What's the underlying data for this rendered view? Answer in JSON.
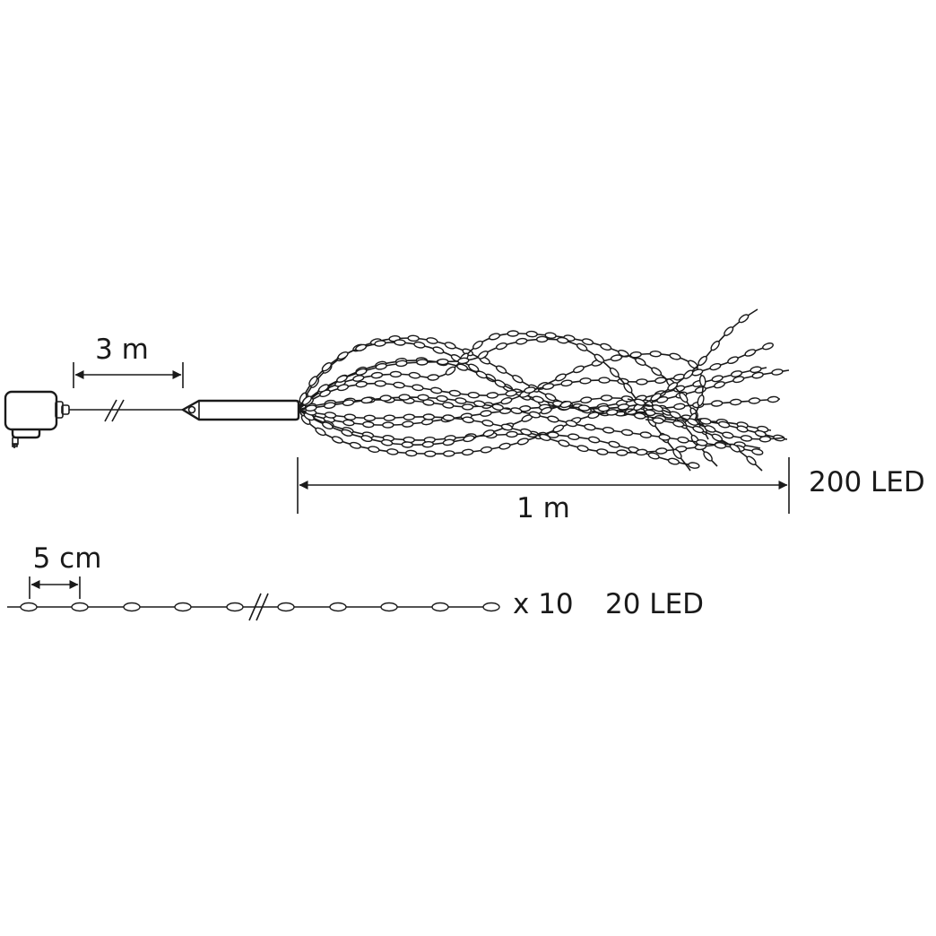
{
  "labels": {
    "lead_length": "3 m",
    "cluster_length": "1 m",
    "cluster_led_count": "200 LED",
    "led_spacing": "5 cm",
    "strand_multiplier": "x 10",
    "strand_led_count": "20 LED"
  },
  "colors": {
    "ink": "#1a1a1a",
    "background": "#ffffff"
  },
  "icons": [
    "power-adapter-icon",
    "controller-box-icon",
    "cable-break-icon",
    "led-bulb-icon",
    "dimension-arrow-icon"
  ]
}
